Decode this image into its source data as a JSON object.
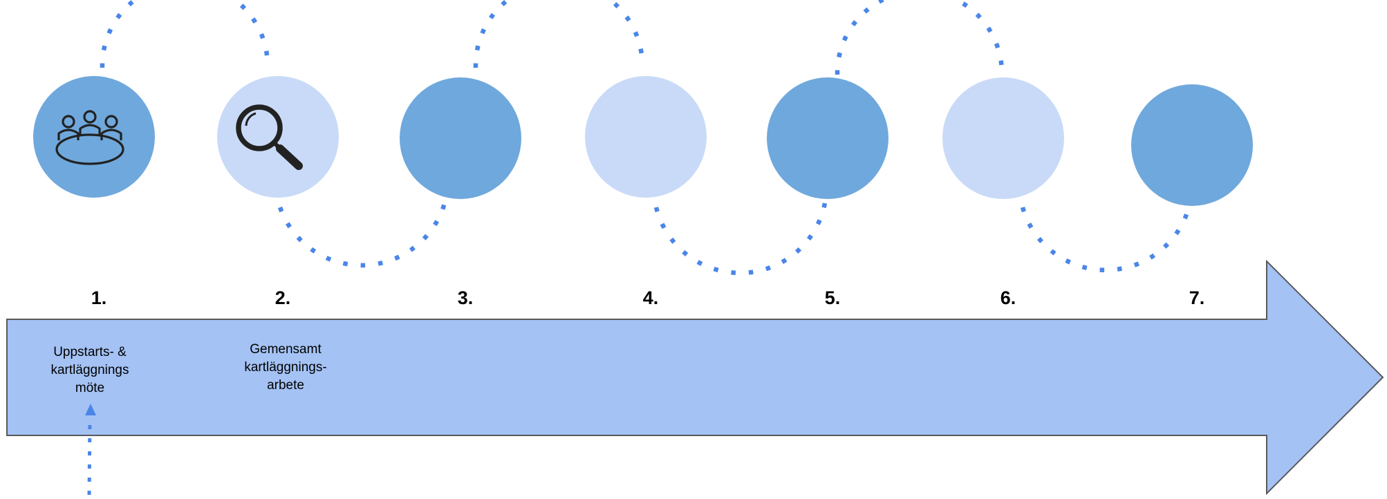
{
  "colors": {
    "dark_circle": "#6fa8dc",
    "light_circle": "#c9daf8",
    "arrow_fill": "#a4c2f4",
    "arrow_stroke": "#595959",
    "dotted_connector": "#4a86e8",
    "icon": "#222222"
  },
  "steps": [
    {
      "number": "1.",
      "shade": "dark",
      "icon": "meeting-table-icon",
      "label_lines": [
        "Uppstarts- &",
        "kartläggnings",
        "möte"
      ]
    },
    {
      "number": "2.",
      "shade": "light",
      "icon": "magnifier-icon",
      "label_lines": [
        "Gemensamt",
        "kartläggnings-",
        "arbete"
      ]
    },
    {
      "number": "3.",
      "shade": "dark",
      "icon": "",
      "label_lines": []
    },
    {
      "number": "4.",
      "shade": "light",
      "icon": "",
      "label_lines": []
    },
    {
      "number": "5.",
      "shade": "dark",
      "icon": "",
      "label_lines": []
    },
    {
      "number": "6.",
      "shade": "light",
      "icon": "",
      "label_lines": []
    },
    {
      "number": "7.",
      "shade": "dark",
      "icon": "",
      "label_lines": []
    }
  ]
}
